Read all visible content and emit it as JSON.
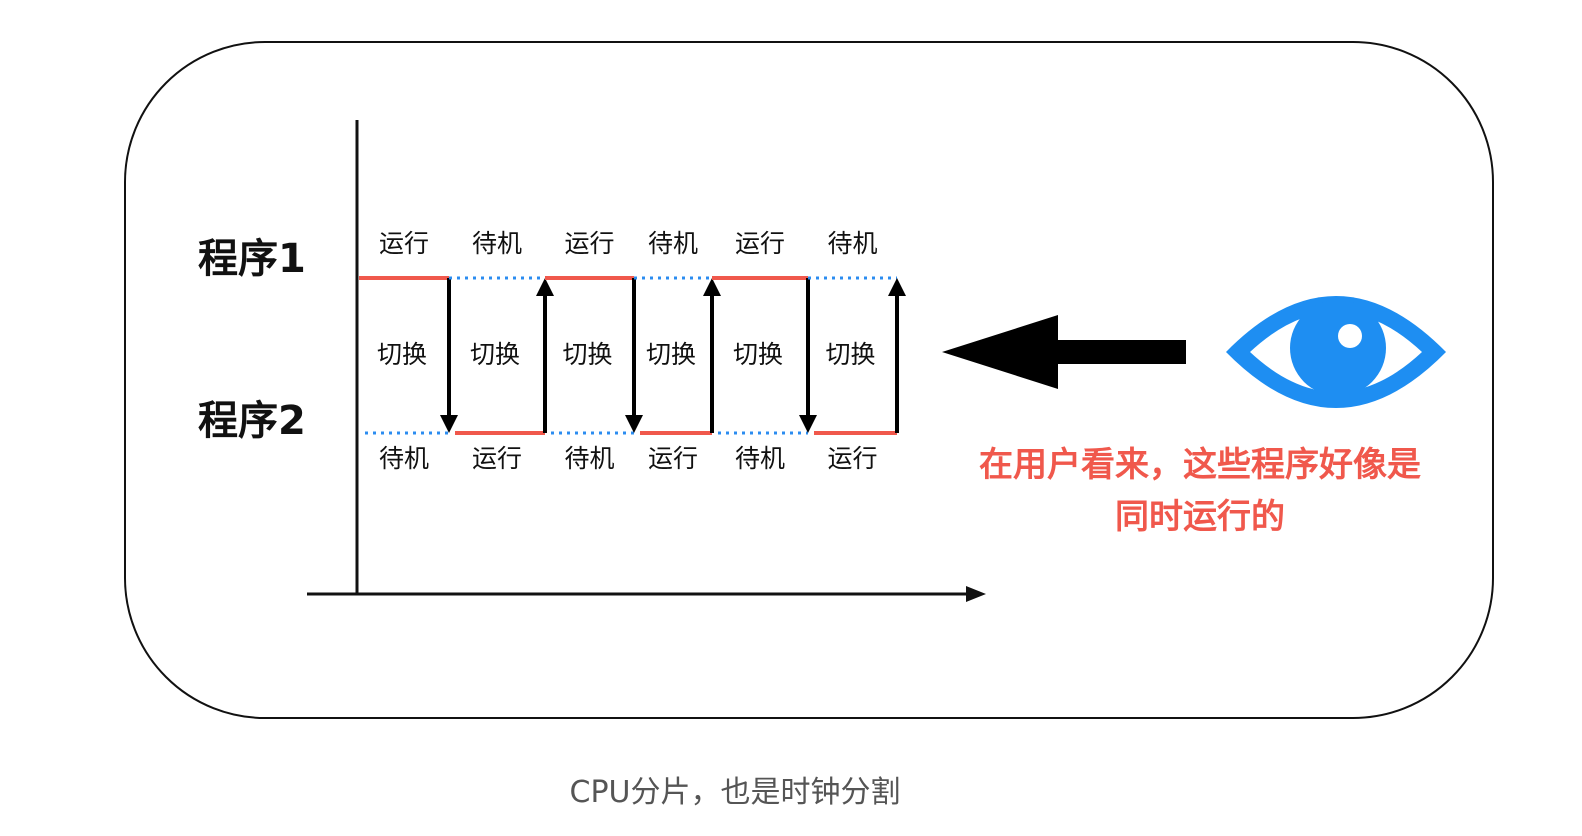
{
  "diagram": {
    "programs": [
      "程序1",
      "程序2"
    ],
    "program1_states": [
      "运行",
      "待机",
      "运行",
      "待机",
      "运行",
      "待机"
    ],
    "program2_states": [
      "待机",
      "运行",
      "待机",
      "运行",
      "待机",
      "运行"
    ],
    "switch_label": "切换",
    "switch_count": 6,
    "note_lines": [
      "在用户看来，这些程序好像是",
      "同时运行的"
    ],
    "caption": "CPU分片，也是时钟分割",
    "colors": {
      "running": "#f0584c",
      "idle": "#2b8cf0",
      "eye": "#1e8ef2",
      "note": "#f0584c"
    }
  }
}
